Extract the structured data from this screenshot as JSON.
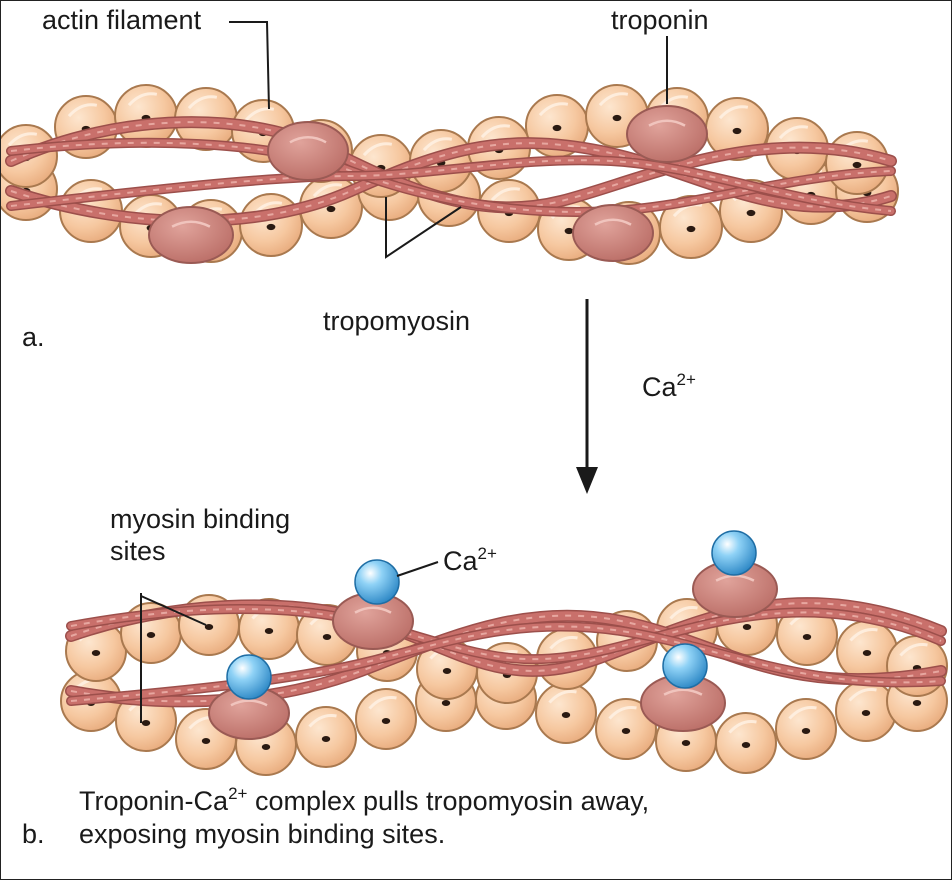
{
  "panel_a": {
    "letter": "a.",
    "labels": {
      "actin_filament": "actin filament",
      "troponin": "troponin",
      "tropomyosin": "tropomyosin"
    }
  },
  "arrow": {
    "ion": "Ca",
    "charge": "2+"
  },
  "panel_b": {
    "letter": "b.",
    "labels": {
      "binding_sites_line1": "myosin binding",
      "binding_sites_line2": "sites",
      "ion": "Ca",
      "charge": "2+"
    },
    "caption": {
      "line1_pre": "Troponin-Ca",
      "line1_charge": "2+",
      "line1_post": " complex pulls tropomyosin away,",
      "line2": "exposing myosin binding sites."
    }
  },
  "colors": {
    "actin_fill": "#f6c8a0",
    "actin_stroke": "#a9794f",
    "tropomyosin": "#c9706b",
    "troponin": "#c77a72",
    "calcium": "#4aa6dc",
    "leader_line": "#1a1a1a"
  }
}
